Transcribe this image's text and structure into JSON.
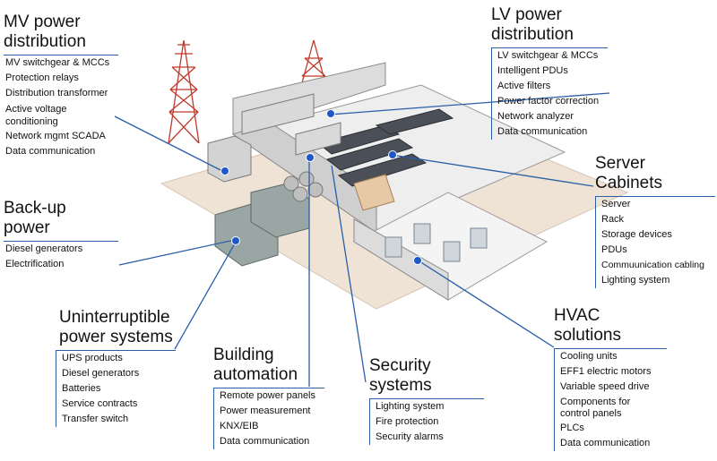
{
  "callouts": {
    "mv": {
      "title_lines": [
        "MV power",
        "distribution"
      ],
      "items": [
        "MV switchgear & MCCs",
        "Protection relays",
        "Distribution transformer",
        "Active voltage conditioning",
        "Network mgmt SCADA",
        "Data communication"
      ]
    },
    "lv": {
      "title_lines": [
        "LV power",
        "distribution"
      ],
      "items": [
        "LV switchgear &  MCCs",
        "Intelligent PDUs",
        "Active filters",
        "Power factor correction",
        "Network analyzer",
        "Data communication"
      ]
    },
    "server": {
      "title_lines": [
        "Server",
        "Cabinets"
      ],
      "items": [
        "Server",
        "Rack",
        "Storage devices",
        "PDUs",
        "Commuunication cabling",
        "Lighting system"
      ]
    },
    "backup": {
      "title_lines": [
        "Back-up",
        "power"
      ],
      "items": [
        "Diesel generators",
        "Electrification"
      ]
    },
    "ups": {
      "title_lines": [
        "Uninterruptible",
        "power systems"
      ],
      "items": [
        "UPS products",
        "Diesel generators",
        "Batteries",
        "Service contracts",
        "Transfer switch"
      ]
    },
    "building": {
      "title_lines": [
        "Building",
        "automation"
      ],
      "items": [
        "Remote power panels",
        "Power measurement",
        "KNX/EIB",
        "Data communication"
      ]
    },
    "security": {
      "title_lines": [
        "Security",
        "systems"
      ],
      "items": [
        "Lighting system",
        "Fire protection",
        "Security alarms"
      ]
    },
    "hvac": {
      "title_lines": [
        "HVAC",
        "solutions"
      ],
      "items": [
        "Cooling units",
        "EFF1 electric motors",
        "Variable speed drive",
        "Components for control panels",
        "PLCs",
        "Data communication"
      ]
    }
  },
  "colors": {
    "accent": "#2a5fa8",
    "dot": "#1e58c8"
  }
}
